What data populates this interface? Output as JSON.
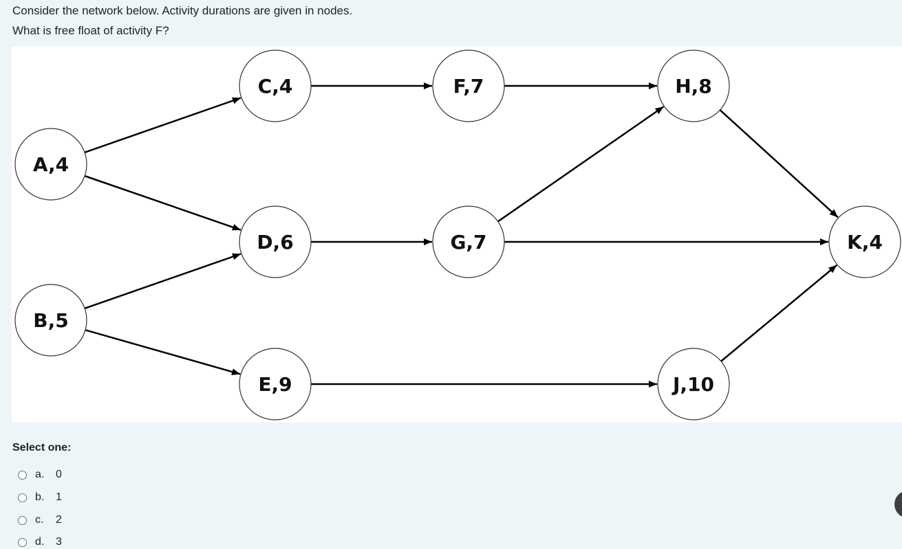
{
  "question": {
    "line1": "Consider the network below. Activity durations are given in nodes.",
    "line2": "What is free float of activity F?"
  },
  "network": {
    "nodes": [
      {
        "id": "A",
        "label": "A,4"
      },
      {
        "id": "B",
        "label": "B,5"
      },
      {
        "id": "C",
        "label": "C,4"
      },
      {
        "id": "D",
        "label": "D,6"
      },
      {
        "id": "E",
        "label": "E,9"
      },
      {
        "id": "F",
        "label": "F,7"
      },
      {
        "id": "G",
        "label": "G,7"
      },
      {
        "id": "H",
        "label": "H,8"
      },
      {
        "id": "J",
        "label": "J,10"
      },
      {
        "id": "K",
        "label": "K,4"
      }
    ],
    "edges": [
      [
        "A",
        "C"
      ],
      [
        "A",
        "D"
      ],
      [
        "B",
        "D"
      ],
      [
        "B",
        "E"
      ],
      [
        "C",
        "F"
      ],
      [
        "D",
        "G"
      ],
      [
        "E",
        "J"
      ],
      [
        "F",
        "H"
      ],
      [
        "G",
        "H"
      ],
      [
        "G",
        "K"
      ],
      [
        "H",
        "K"
      ],
      [
        "J",
        "K"
      ]
    ]
  },
  "answer": {
    "prompt": "Select one:",
    "options": [
      {
        "letter": "a.",
        "value": "0"
      },
      {
        "letter": "b.",
        "value": "1"
      },
      {
        "letter": "c.",
        "value": "2"
      },
      {
        "letter": "d.",
        "value": "3"
      }
    ]
  }
}
